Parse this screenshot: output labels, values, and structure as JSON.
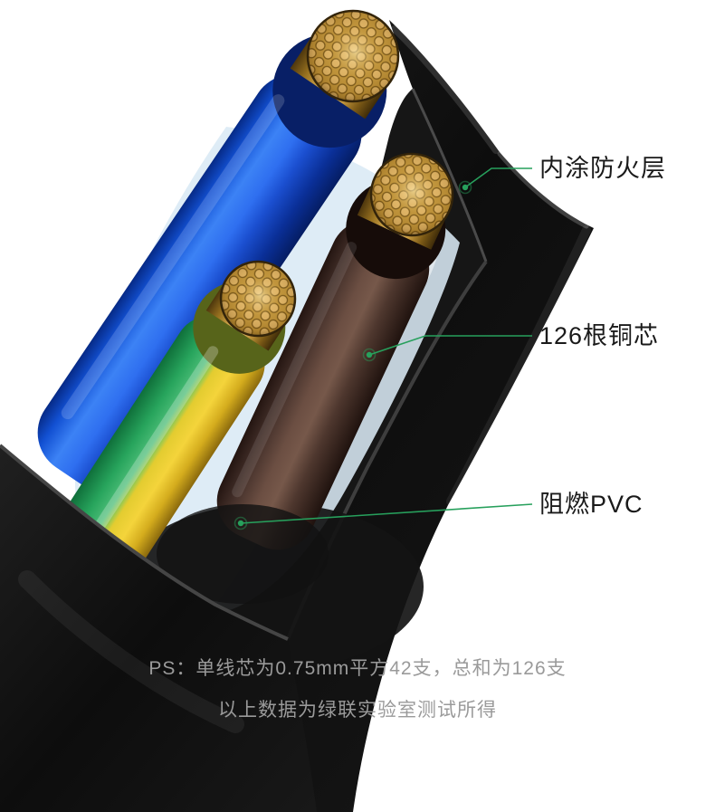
{
  "page": {
    "background_color": "#ffffff"
  },
  "callouts": {
    "accent_color": "#27a05c",
    "items": [
      {
        "label": "内涂防火层"
      },
      {
        "label": "126根铜芯"
      },
      {
        "label": "阻燃PVC"
      }
    ]
  },
  "footnote": {
    "line1": "PS：单线芯为0.75mm平方42支，总和为126支",
    "line2": "以上数据为绿联实验室测试所得",
    "text_color": "#9a9a9a"
  },
  "cable": {
    "jacket_color": "#141414",
    "inner_coating_color": "#d9e9f5",
    "copper_color": "#d2a44c",
    "wires": [
      {
        "name": "blue-core",
        "insulation_color": "#2f6ff0"
      },
      {
        "name": "brown-core",
        "insulation_color": "#5a4136"
      },
      {
        "name": "earth-core",
        "insulation_colors": [
          "#27a45c",
          "#f2ce2e"
        ]
      }
    ]
  }
}
